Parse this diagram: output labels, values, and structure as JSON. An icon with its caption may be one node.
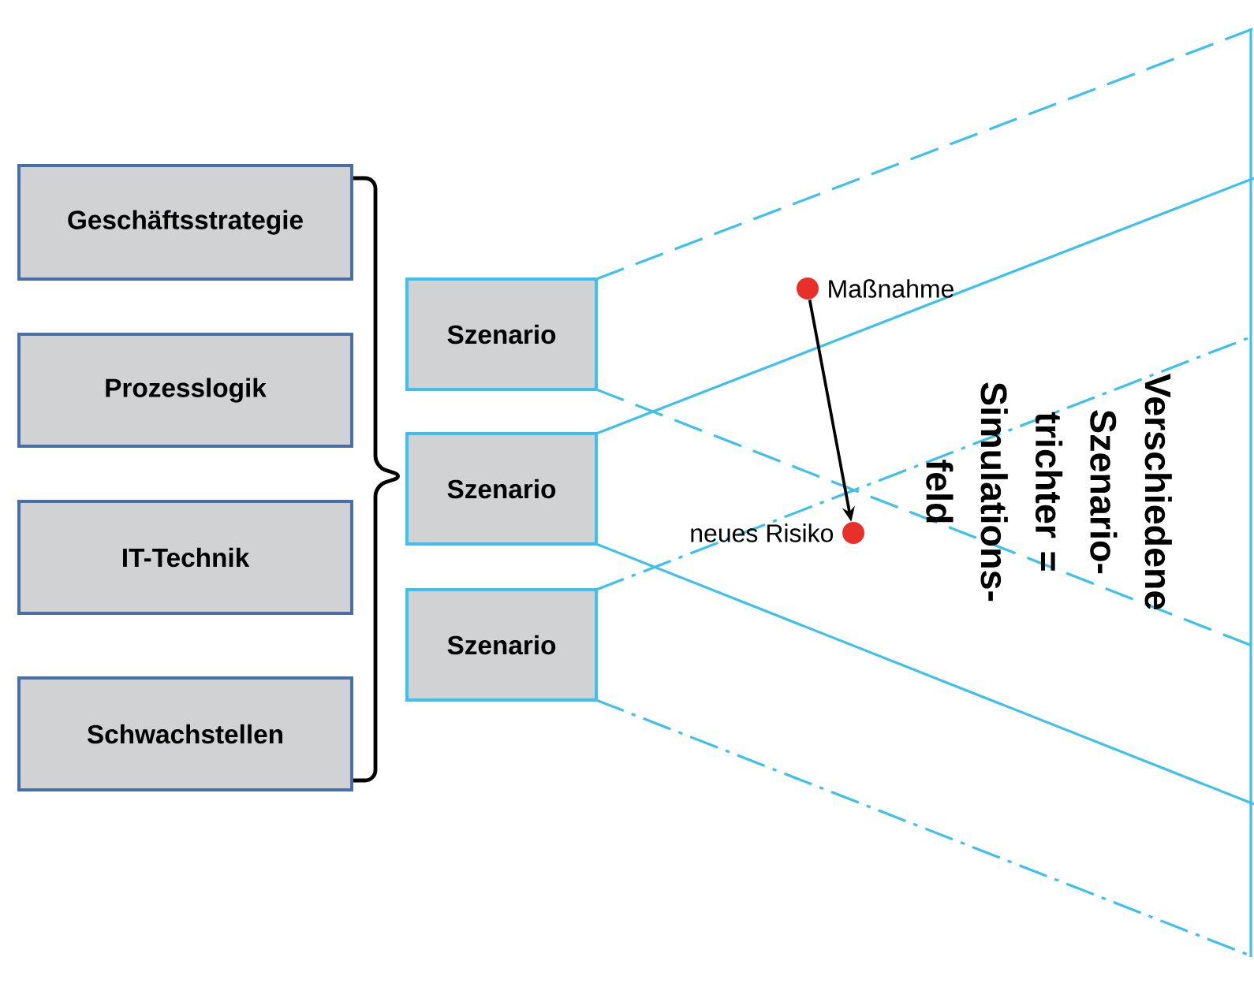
{
  "diagram": {
    "nodes": [
      {
        "text": [
          "Geschäftsstrategie"
        ]
      },
      {
        "text": [
          "Prozesslogik"
        ]
      },
      {
        "text": [
          "IT-Technik"
        ]
      },
      {
        "text": [
          "Schwachstellen"
        ]
      },
      {
        "text": [
          "Szenario"
        ]
      },
      {
        "text": [
          "Szenario"
        ]
      },
      {
        "text": [
          "Szenario"
        ]
      },
      {
        "text": [],
        "shape": "circle",
        "beside": [
          "Maßnahme"
        ]
      },
      {
        "text": [],
        "shape": "circle",
        "beside": [
          "neues Risiko"
        ]
      }
    ],
    "edges": [
      {
        "from": 7,
        "to": 8,
        "arrow": "to"
      }
    ],
    "labels": [
      "Verschiedene Szenario- trichter = Simulations- feld"
    ]
  }
}
